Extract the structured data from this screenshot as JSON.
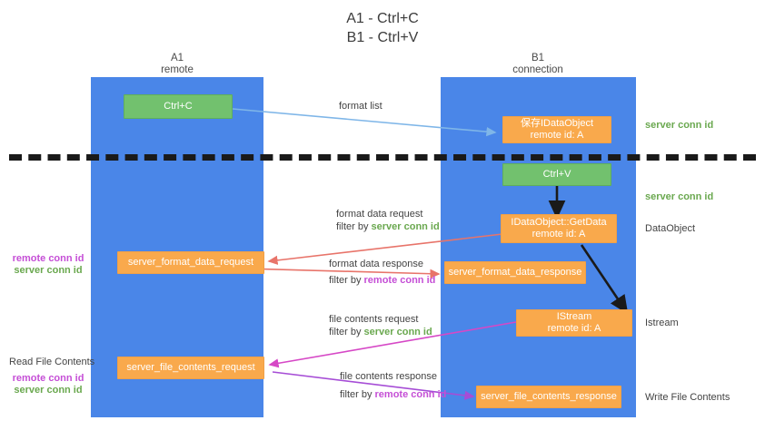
{
  "title": {
    "line1": "A1 - Ctrl+C",
    "line2": "B1 - Ctrl+V"
  },
  "columns": [
    {
      "name": "A1",
      "sub": "remote"
    },
    {
      "name": "B1",
      "sub": "connection"
    }
  ],
  "nodes": {
    "ctrl_c": {
      "label": "Ctrl+C",
      "color": "#72c16e"
    },
    "ctrl_v": {
      "label": "Ctrl+V",
      "color": "#72c16e"
    },
    "save_idataobject": {
      "line1": "保存IDataObject",
      "line2": "remote id: A",
      "color": "#f9a94c"
    },
    "getdata": {
      "line1": "IDataObject::GetData",
      "line2": "remote id: A",
      "color": "#f9a94c"
    },
    "istream": {
      "line1": "IStream",
      "line2": "remote id: A",
      "color": "#f9a94c"
    },
    "server_format_data_request": {
      "label": "server_format_data_request",
      "color": "#f9a94c"
    },
    "server_format_data_response": {
      "label": "server_format_data_response",
      "color": "#f9a94c"
    },
    "server_file_contents_request": {
      "label": "server_file_contents_request",
      "color": "#f9a94c"
    },
    "server_file_contents_response": {
      "label": "server_file_contents_response",
      "color": "#f9a94c"
    }
  },
  "edges": {
    "format_list": {
      "label": "format list"
    },
    "format_data_request": {
      "label": "format data request",
      "filter_prefix": "filter by ",
      "filter_key": "server conn id"
    },
    "format_data_response": {
      "label": "format data response",
      "filter_prefix": "filter by ",
      "filter_key": "remote conn id"
    },
    "file_contents_request": {
      "label": "file contents request",
      "filter_prefix": "filter by ",
      "filter_key": "server conn id"
    },
    "file_contents_response": {
      "label": "file contents response",
      "filter_prefix": "filter by ",
      "filter_key": "remote conn id"
    }
  },
  "right_labels": {
    "server_conn_id_top": "server conn id",
    "server_conn_id_mid": "server conn id",
    "dataobject": "DataObject",
    "istream": "Istream",
    "write_file_contents": "Write File Contents"
  },
  "left_labels": {
    "remote_conn_id_1": "remote conn id",
    "server_conn_id_1": "server conn id",
    "read_file_contents": "Read File Contents",
    "remote_conn_id_2": "remote conn id",
    "server_conn_id_2": "server conn id"
  },
  "colors": {
    "lane": "#4a86e8",
    "green": "#6aa84f",
    "purple": "#c54fd6",
    "orange": "#f9a94c",
    "node_green": "#72c16e",
    "arrow_blue": "#7fb6e8",
    "arrow_red": "#e8746a",
    "arrow_magenta": "#d648c6",
    "arrow_purple": "#a64dd6",
    "arrow_black": "#1a1a1a"
  }
}
